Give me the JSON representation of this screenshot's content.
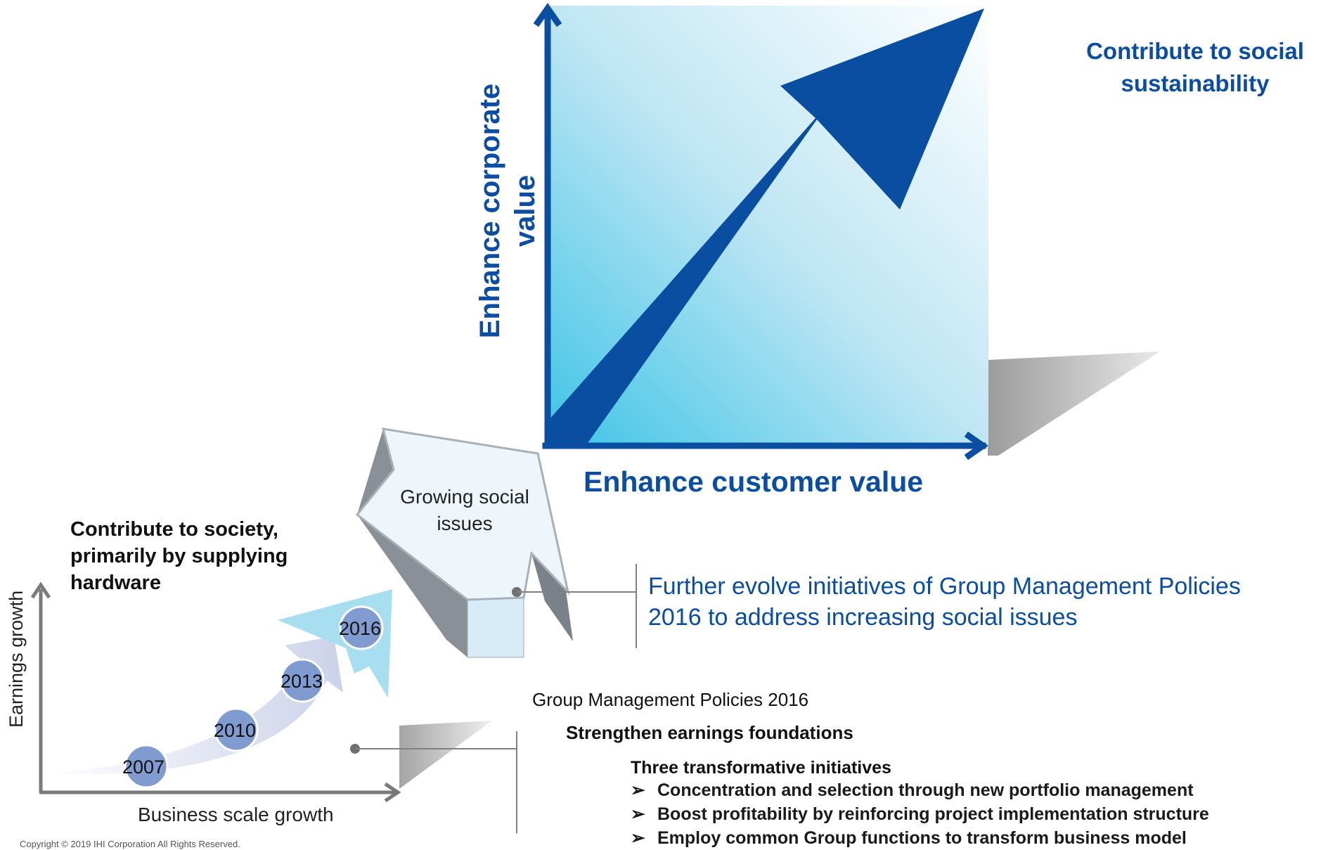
{
  "main_chart": {
    "y_label_line1": "Enhance corporate",
    "y_label_line2": "value",
    "x_label": "Enhance customer value",
    "goal": [
      "Contribute to social",
      "sustainability"
    ]
  },
  "social_arrow": {
    "label_line1": "Growing social",
    "label_line2": "issues"
  },
  "evolve_callout": {
    "line1": "Further evolve initiatives of Group Management Policies",
    "line2": "2016 to address increasing social issues"
  },
  "small_chart": {
    "heading": [
      "Contribute to society,",
      "primarily by supplying",
      "hardware"
    ],
    "y_label": "Earnings growth",
    "x_label": "Business scale growth",
    "years": [
      "2007",
      "2010",
      "2013",
      "2016"
    ]
  },
  "policies": {
    "title": "Group Management Policies 2016",
    "subtitle": "Strengthen earnings foundations",
    "initiatives_heading": "Three transformative initiatives",
    "bullet_symbol": "➢",
    "items": [
      "Concentration and selection through new portfolio management",
      "Boost profitability by reinforcing project implementation structure",
      "Employ common Group functions to transform business model"
    ]
  },
  "footer": {
    "copyright": "Copyright © 2019 IHI Corporation All Rights Reserved."
  },
  "colors": {
    "primary_blue": "#0a4da2",
    "arrow_blue": "#0a4ea2",
    "light_cyan": "#3cc4e6",
    "year_dot": "#7f9bd0"
  }
}
